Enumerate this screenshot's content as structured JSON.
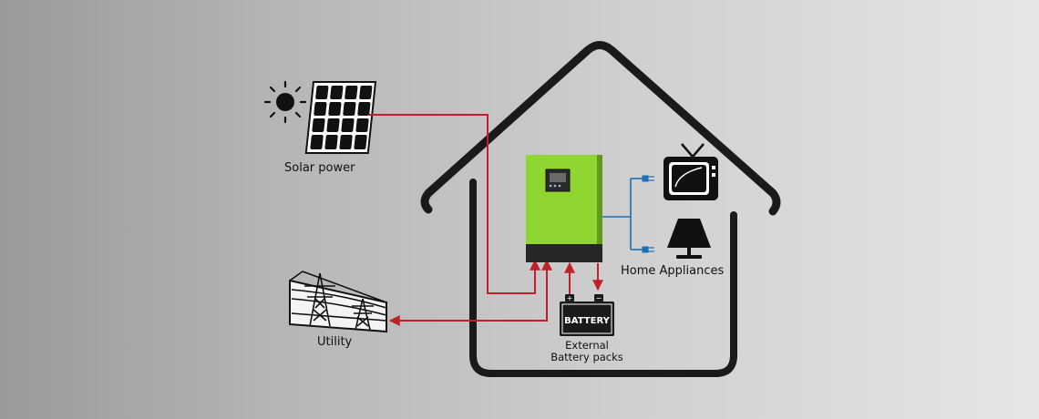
{
  "labels": {
    "solar": "Solar power",
    "utility": "Utility",
    "home_appliances": "Home Appliances",
    "battery_caption_line1": "External",
    "battery_caption_line2": "Battery packs",
    "battery_text": "BATTERY"
  },
  "colors": {
    "background_left": "#9a9a9a",
    "background_right": "#e6e6e6",
    "house_outline": "#1a1a1a",
    "power_line": "#c0202a",
    "appliance_line": "#1f6fb5",
    "inverter_body": "#8fd631",
    "inverter_base": "#262626"
  },
  "icons": {
    "sun": "sun-icon",
    "solar_panel": "solar-panel-icon",
    "utility": "power-tower-icon",
    "inverter": "inverter-icon",
    "battery": "battery-icon",
    "tv": "tv-icon",
    "lamp": "lamp-icon"
  }
}
